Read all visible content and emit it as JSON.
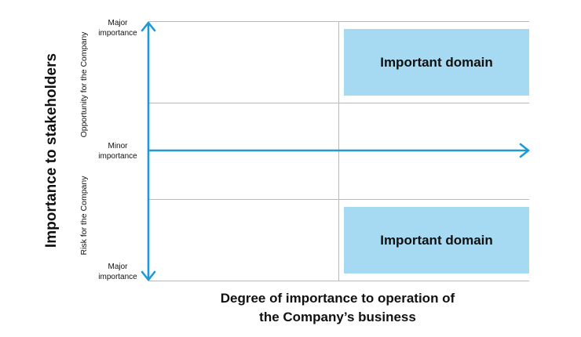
{
  "y_axis": {
    "title": "Importance to stakeholders",
    "upper_label": "Opportunity for the Company",
    "lower_label": "Risk for the Company",
    "ticks": {
      "top": "Major\nimportance",
      "middle": "Minor\nimportance",
      "bottom": "Major\nimportance"
    }
  },
  "x_axis": {
    "title_line1": "Degree of importance to operation of",
    "title_line2": "the Company’s business"
  },
  "domains": {
    "upper": "Important domain",
    "lower": "Important domain"
  },
  "colors": {
    "axis": "#1e9ad6",
    "domain_fill": "#a6d9f2",
    "grid": "#b9b9b9"
  }
}
